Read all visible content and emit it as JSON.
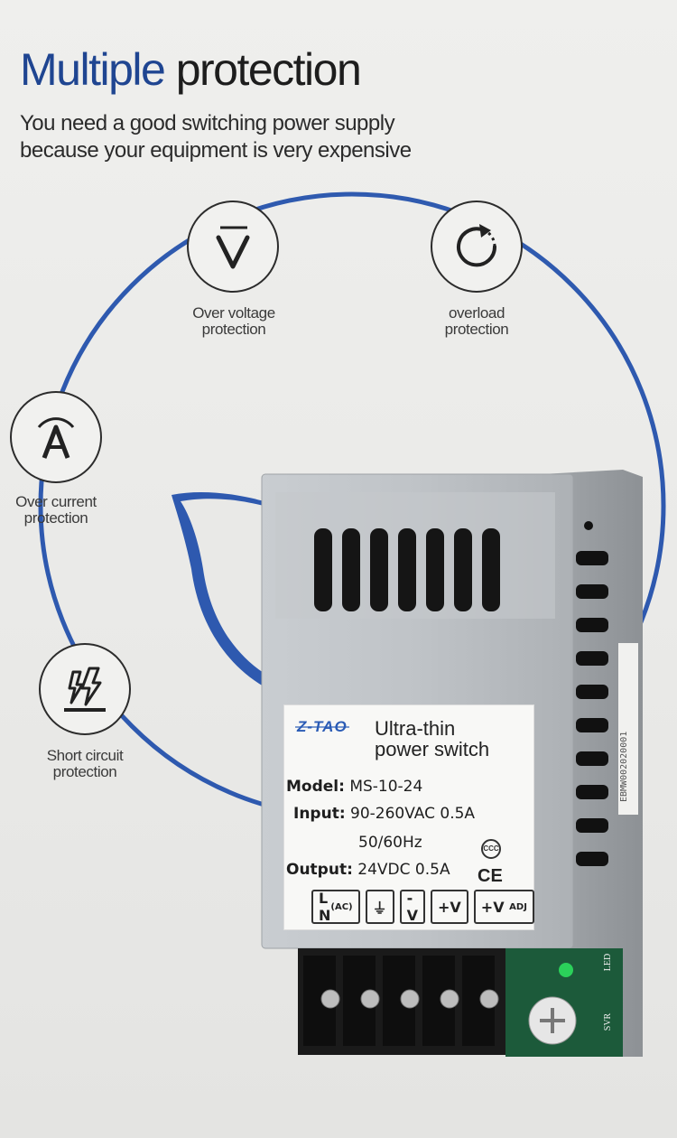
{
  "header": {
    "title_accent": "Multiple",
    "title_rest": "protection",
    "subtitle_line1": "You need a good switching power supply",
    "subtitle_line2": "because your equipment is very expensive"
  },
  "features": [
    {
      "icon": "voltage-v-icon",
      "line1": "Over voltage",
      "line2": "protection"
    },
    {
      "icon": "overload-refresh-icon",
      "line1": "overload",
      "line2": "protection"
    },
    {
      "icon": "current-a-icon",
      "line1": "Over current",
      "line2": "protection"
    },
    {
      "icon": "short-circuit-bolt-icon",
      "line1": "Short circuit",
      "line2": "protection"
    }
  ],
  "product_label": {
    "brand": "Z-TAO",
    "title_line1": "Ultra-thin",
    "title_line2": "power switch",
    "model_key": "Model:",
    "model_val": "MS-10-24",
    "input_key": "Input:",
    "input_val": "90-260VAC 0.5A",
    "input_freq": "50/60Hz",
    "output_key": "Output:",
    "output_val": "24VDC 0.5A",
    "ce": "CE",
    "terminals": [
      {
        "main": "L  N",
        "sub": "(AC)"
      },
      {
        "main": "⏚",
        "sub": ""
      },
      {
        "main": "-V",
        "sub": ""
      },
      {
        "main": "+V",
        "sub": ""
      },
      {
        "main": "+V",
        "sub": "ADJ"
      }
    ]
  },
  "side_code": "EBMW002020001",
  "board_labels": {
    "led": "LED",
    "svr": "SVR"
  },
  "colors": {
    "accent_blue": "#1f4591",
    "ring_blue": "#1a49a8",
    "case_grey": "#b8bcc0"
  }
}
